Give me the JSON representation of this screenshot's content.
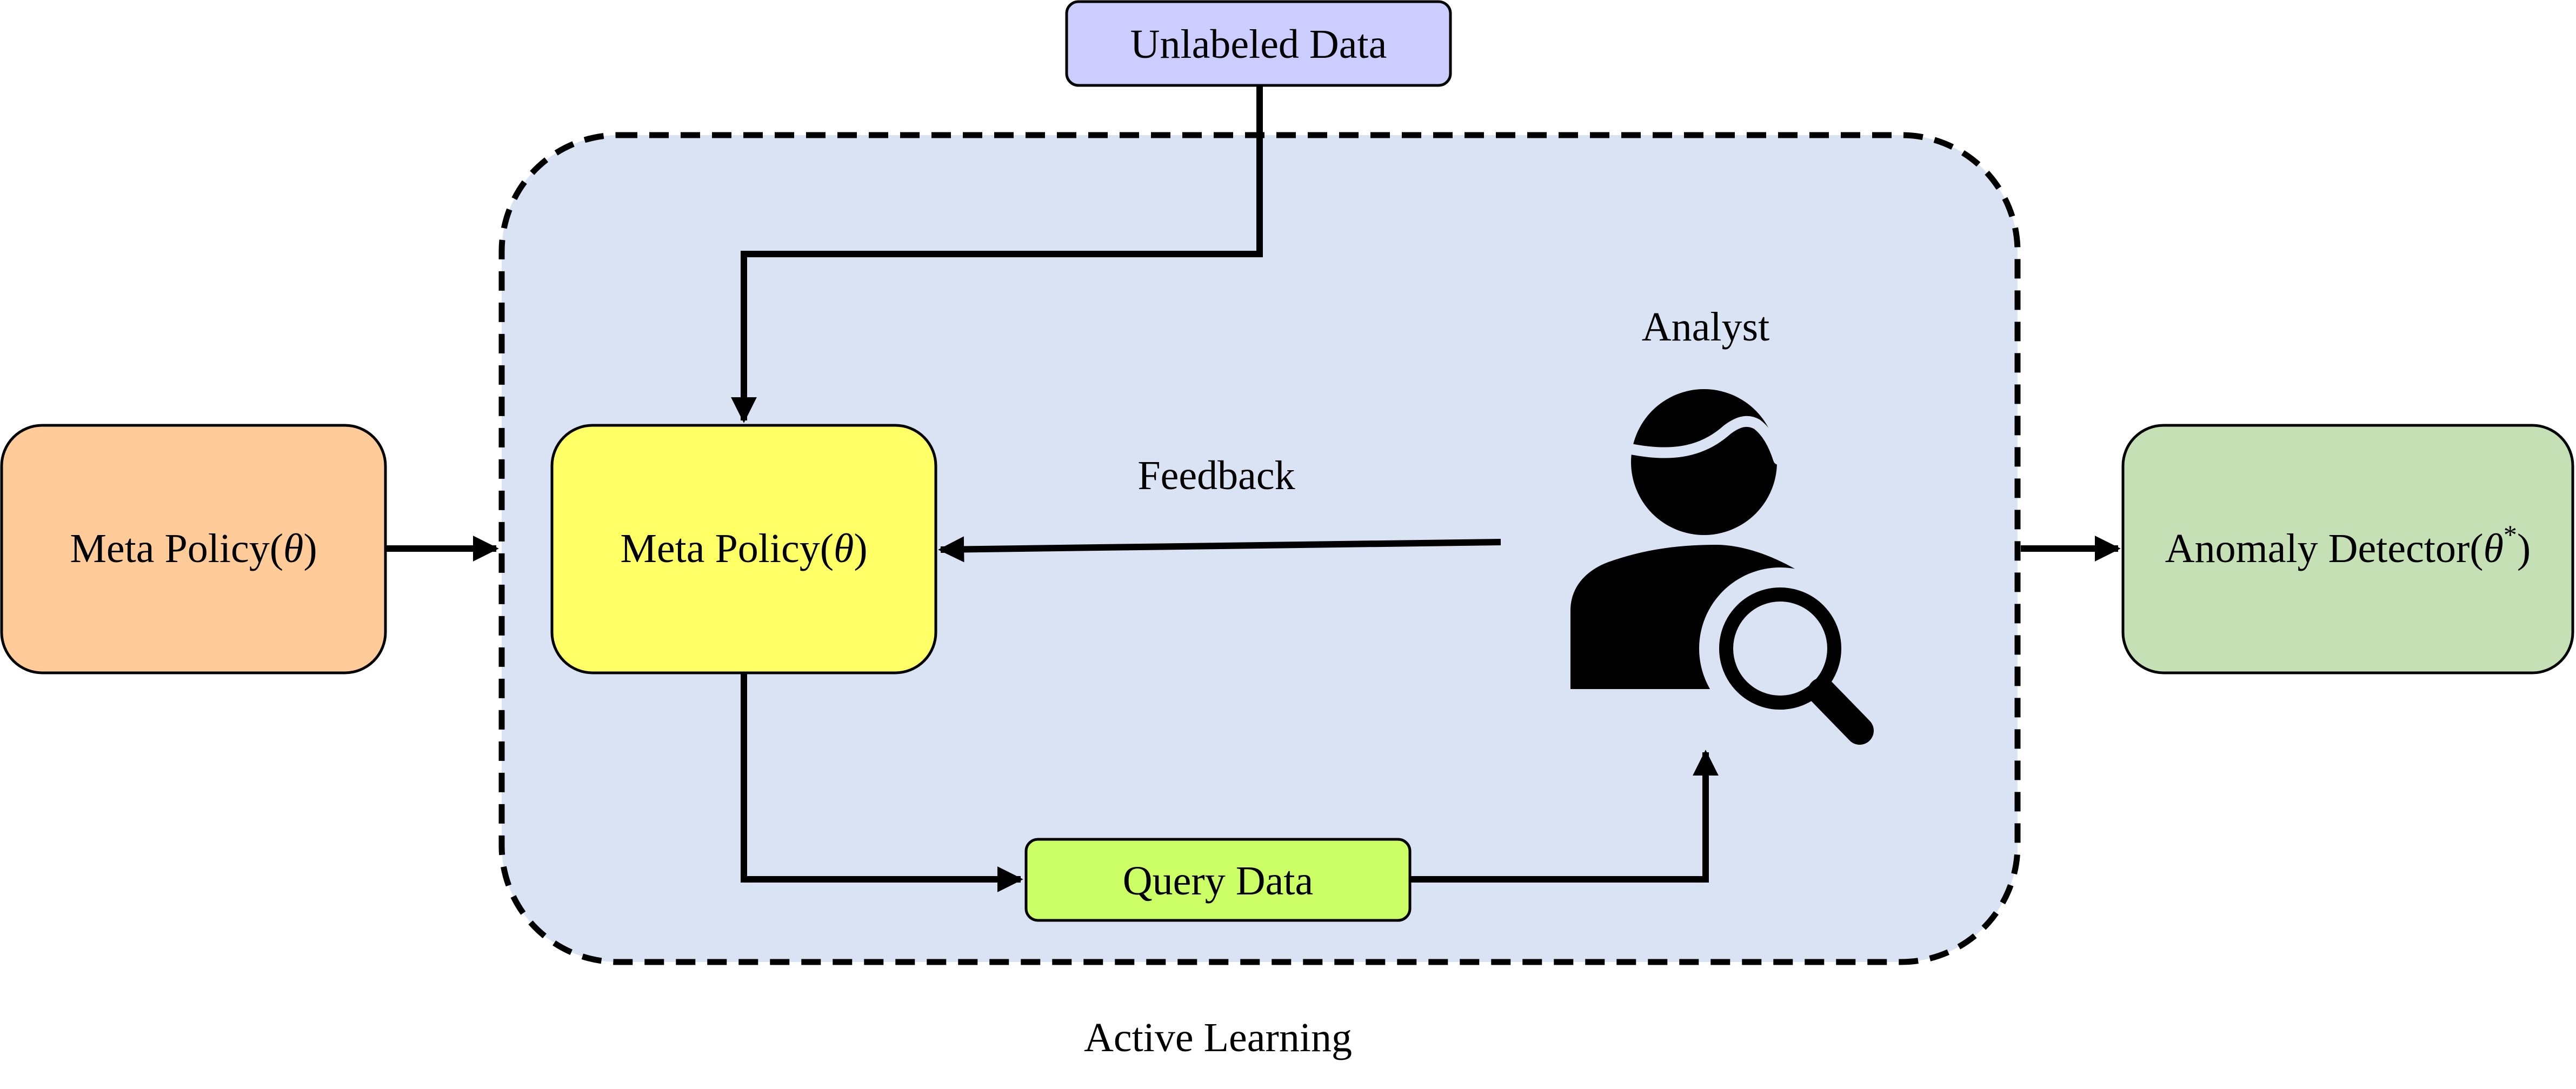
{
  "colors": {
    "region_fill": "#dae3f3",
    "meta_policy_input_fill": "#ffcc99",
    "meta_policy_inner_fill": "#ffff66",
    "unlabeled_data_fill": "#ccccff",
    "query_data_fill": "#ccff66",
    "anomaly_detector_fill": "#c5e0b4",
    "stroke": "#000000"
  },
  "nodes": {
    "unlabeled_data": {
      "label": "Unlabeled Data"
    },
    "meta_policy_input": {
      "label_prefix": "Meta Policy(",
      "label_symbol": "θ",
      "label_suffix": ")"
    },
    "meta_policy_inner": {
      "label_prefix": "Meta Policy(",
      "label_symbol": "θ",
      "label_suffix": ")"
    },
    "query_data": {
      "label": "Query Data"
    },
    "anomaly_detector": {
      "label_prefix": "Anomaly Detector(",
      "label_symbol": "θ",
      "label_superscript": "*",
      "label_suffix": ")"
    },
    "analyst": {
      "label": "Analyst",
      "icon": "analyst-search-icon"
    }
  },
  "edges": {
    "feedback": {
      "label": "Feedback"
    }
  },
  "region": {
    "label": "Active Learning"
  }
}
